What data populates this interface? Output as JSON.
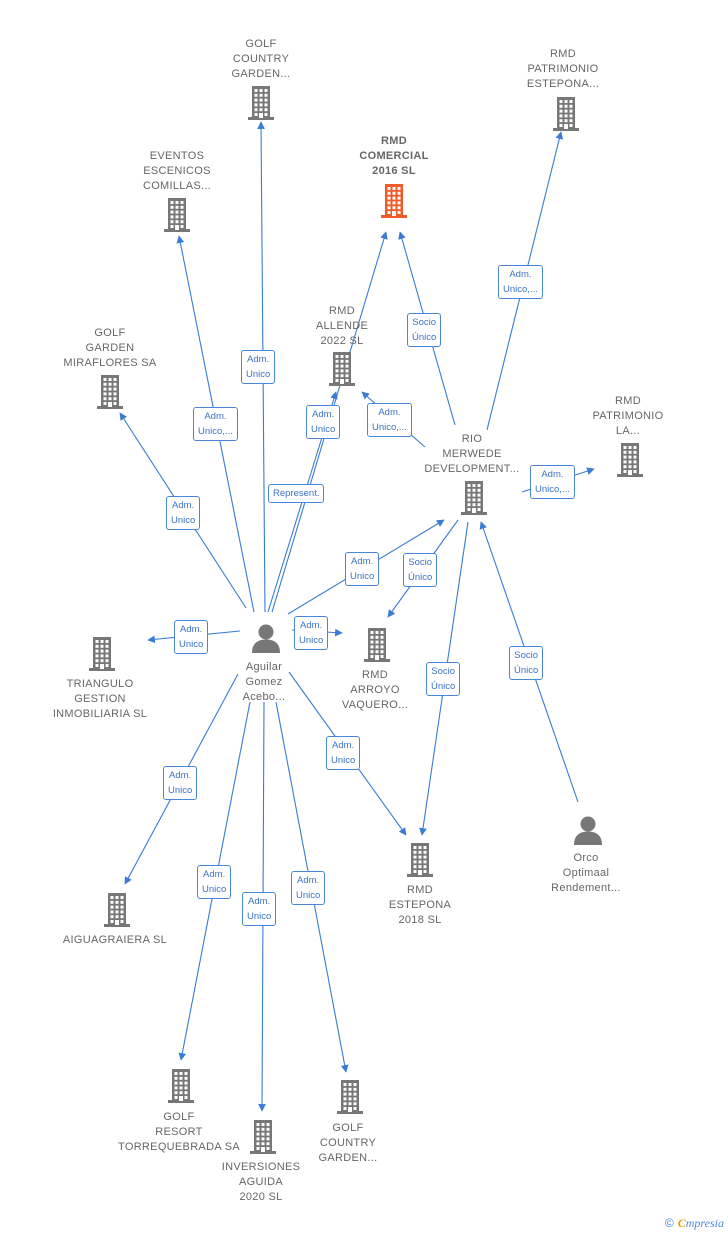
{
  "colors": {
    "edge": "#3a7bd5",
    "building": "#777777",
    "highlight": "#f05a28",
    "label_text": "#666666"
  },
  "nodes": {
    "golf_country_top": {
      "lines": [
        "GOLF",
        "COUNTRY",
        "GARDEN..."
      ],
      "icon": "building-icon"
    },
    "rmd_patrimonio_estepona": {
      "lines": [
        "RMD",
        "PATRIMONIO",
        "ESTEPONA..."
      ],
      "icon": "building-icon"
    },
    "eventos": {
      "lines": [
        "EVENTOS",
        "ESCENICOS",
        "COMILLAS..."
      ],
      "icon": "building-icon"
    },
    "rmd_comercial": {
      "lines": [
        "RMD",
        "COMERCIAL",
        "2016  SL"
      ],
      "icon": "building-icon",
      "highlight": true
    },
    "golf_garden_miraflores": {
      "lines": [
        "GOLF",
        "GARDEN",
        "MIRAFLORES SA"
      ],
      "icon": "building-icon"
    },
    "rmd_allende": {
      "lines": [
        "RMD",
        "ALLENDE",
        "2022  SL"
      ],
      "icon": "building-icon"
    },
    "rmd_patrimonio_la": {
      "lines": [
        "RMD",
        "PATRIMONIO",
        "LA..."
      ],
      "icon": "building-icon"
    },
    "rio_merwede": {
      "lines": [
        "RIO",
        "MERWEDE",
        "DEVELOPMENT..."
      ],
      "icon": "building-icon"
    },
    "aguilar": {
      "lines": [
        "Aguilar",
        "Gomez",
        "Acebo..."
      ],
      "icon": "person-icon"
    },
    "triangulo": {
      "lines": [
        "TRIANGULO",
        "GESTION",
        "INMOBILIARIA SL"
      ],
      "icon": "building-icon"
    },
    "rmd_arroyo": {
      "lines": [
        "RMD",
        "ARROYO",
        "VAQUERO..."
      ],
      "icon": "building-icon"
    },
    "orco": {
      "lines": [
        "Orco",
        "Optimaal",
        "Rendement..."
      ],
      "icon": "person-icon"
    },
    "rmd_estepona_2018": {
      "lines": [
        "RMD",
        "ESTEPONA",
        "2018  SL"
      ],
      "icon": "building-icon"
    },
    "aiguagraiera": {
      "lines": [
        "AIGUAGRAIERA SL"
      ],
      "icon": "building-icon"
    },
    "golf_resort": {
      "lines": [
        "GOLF",
        "RESORT",
        "TORREQUEBRADA SA"
      ],
      "icon": "building-icon"
    },
    "inversiones_aguida": {
      "lines": [
        "INVERSIONES",
        "AGUIDA",
        "2020  SL"
      ],
      "icon": "building-icon"
    },
    "golf_country_bottom": {
      "lines": [
        "GOLF",
        "COUNTRY",
        "GARDEN..."
      ],
      "icon": "building-icon"
    }
  },
  "edge_labels": {
    "adm_unico_golf_country_top": [
      "Adm.",
      "Unico"
    ],
    "adm_unico_eventos": [
      "Adm.",
      "Unico,..."
    ],
    "adm_unico_allende": [
      "Adm.",
      "Unico"
    ],
    "represent_comercial": [
      "Represent."
    ],
    "socio_unico_comercial": [
      "Socio",
      "Único"
    ],
    "adm_unico_patrimonio_estepona": [
      "Adm.",
      "Unico,..."
    ],
    "adm_unico_rio_allende": [
      "Adm.",
      "Unico,..."
    ],
    "adm_unico_patrimonio_la": [
      "Adm.",
      "Unico,..."
    ],
    "adm_unico_miraflores": [
      "Adm.",
      "Unico"
    ],
    "adm_unico_rio_merwede": [
      "Adm.",
      "Unico"
    ],
    "socio_unico_arroyo": [
      "Socio",
      "Único"
    ],
    "adm_unico_triangulo": [
      "Adm.",
      "Unico"
    ],
    "adm_unico_arroyo": [
      "Adm.",
      "Unico"
    ],
    "socio_unico_estepona_2018": [
      "Socio",
      "Único"
    ],
    "socio_unico_orco": [
      "Socio",
      "Único"
    ],
    "adm_unico_estepona_2018": [
      "Adm.",
      "Unico"
    ],
    "adm_unico_aiguagraiera": [
      "Adm.",
      "Unico"
    ],
    "adm_unico_golf_resort": [
      "Adm.",
      "Unico"
    ],
    "adm_unico_inversiones": [
      "Adm.",
      "Unico"
    ],
    "adm_unico_golf_country_bottom": [
      "Adm.",
      "Unico"
    ]
  },
  "footer": {
    "copyright": "©",
    "brand_first": "C",
    "brand_rest": "mpresia"
  }
}
